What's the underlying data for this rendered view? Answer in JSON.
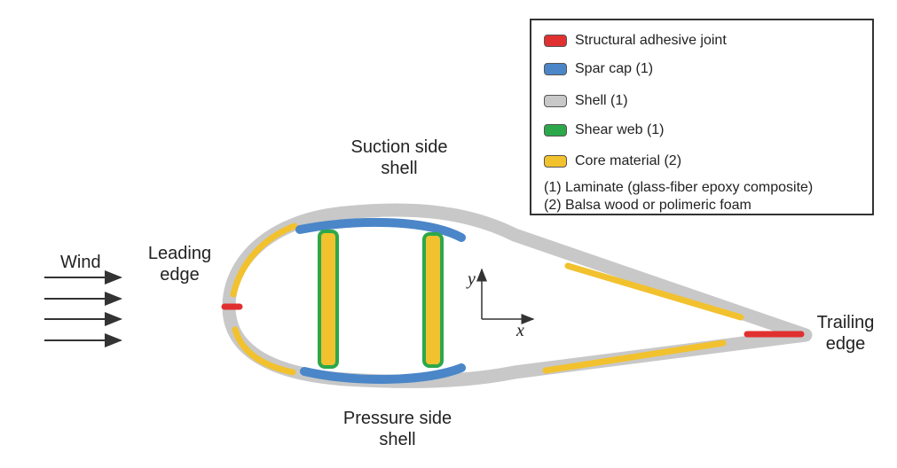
{
  "labels": {
    "wind": "Wind",
    "leading_edge_line1": "Leading",
    "leading_edge_line2": "edge",
    "suction_line1": "Suction side",
    "suction_line2": "shell",
    "pressure_line1": "Pressure side",
    "pressure_line2": "shell",
    "trailing_line1": "Trailing",
    "trailing_line2": "edge",
    "axis_x": "x",
    "axis_y": "y"
  },
  "legend": {
    "items": [
      {
        "label": "Structural adhesive joint",
        "color": "#e03030"
      },
      {
        "label": "Spar cap (1)",
        "color": "#4a86c8"
      },
      {
        "label": "Shell (1)",
        "color": "#c8c8c8"
      },
      {
        "label": "Shear web (1)",
        "color": "#2ca84a"
      },
      {
        "label": "Core material (2)",
        "color": "#f2c12e"
      }
    ],
    "notes": [
      "(1) Laminate (glass-fiber epoxy composite)",
      "(2) Balsa wood or polimeric foam"
    ]
  },
  "colors": {
    "adhesive": "#e03030",
    "spar_cap": "#4a86c8",
    "shell": "#c8c8c8",
    "shear_web": "#2ca84a",
    "core": "#f2c12e",
    "arrow": "#333333"
  }
}
